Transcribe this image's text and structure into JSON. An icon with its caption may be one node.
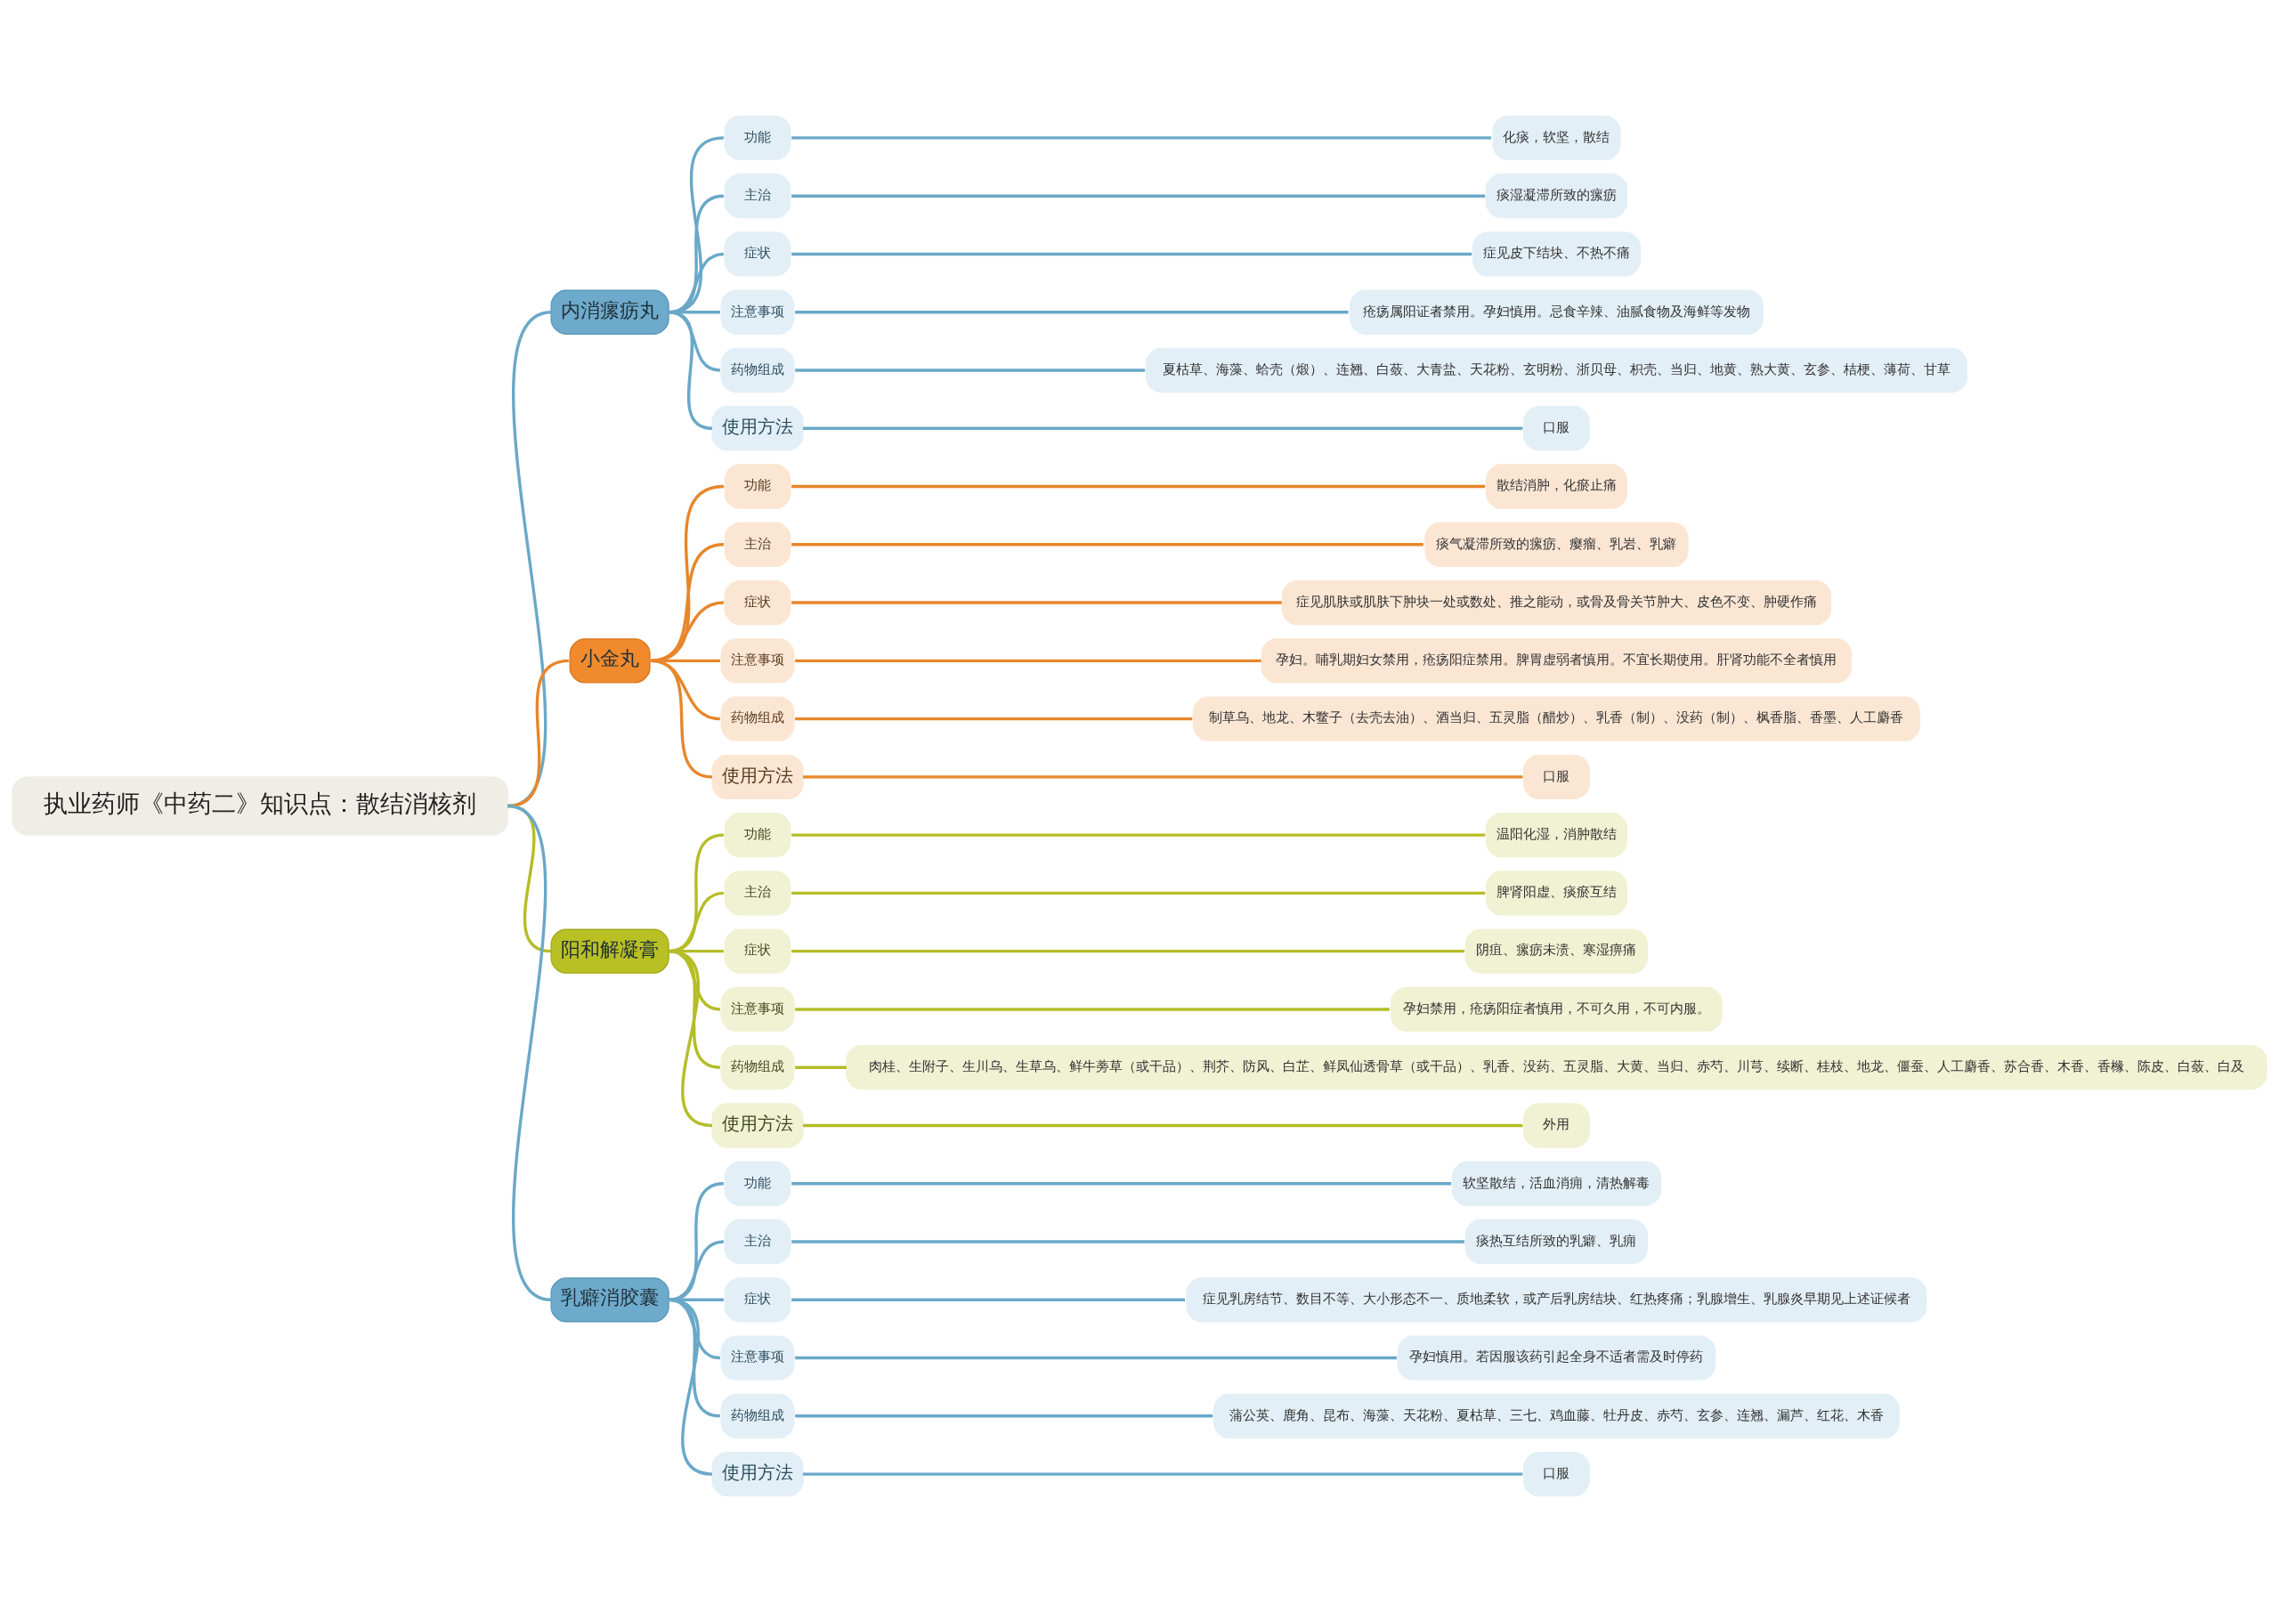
{
  "diagram": {
    "nodes": [
      {
        "text": [
          "执业药师《中药二》知识点：散结消核剂"
        ]
      },
      {
        "text": [
          "内消瘰疬丸"
        ]
      },
      {
        "text": [
          "功能"
        ]
      },
      {
        "text": [
          "化痰，软坚，散结"
        ]
      },
      {
        "text": [
          "主治"
        ]
      },
      {
        "text": [
          "痰湿凝滞所致的瘰疬"
        ]
      },
      {
        "text": [
          "症状"
        ]
      },
      {
        "text": [
          "症见皮下结块、不热不痛"
        ]
      },
      {
        "text": [
          "注意事项"
        ]
      },
      {
        "text": [
          "疮疡属阳证者禁用。孕妇慎用。忌食辛辣、油腻食物及海鲜等发物"
        ]
      },
      {
        "text": [
          "药物组成"
        ]
      },
      {
        "text": [
          "夏枯草、海藻、蛤壳（煅）、连翘、白蔹、大青盐、天花粉、玄明粉、浙贝母、枳壳、当归、地黄、熟大黄、玄参、桔梗、薄荷、甘草"
        ]
      },
      {
        "text": [
          "使用方法"
        ]
      },
      {
        "text": [
          "口服"
        ]
      },
      {
        "text": [
          "小金丸"
        ]
      },
      {
        "text": [
          "功能"
        ]
      },
      {
        "text": [
          "散结消肿，化瘀止痛"
        ]
      },
      {
        "text": [
          "主治"
        ]
      },
      {
        "text": [
          "痰气凝滞所致的瘰疬、瘿瘤、乳岩、乳癖"
        ]
      },
      {
        "text": [
          "症状"
        ]
      },
      {
        "text": [
          "症见肌肤或肌肤下肿块一处或数处、推之能动，或骨及骨关节肿大、皮色不变、肿硬作痛"
        ]
      },
      {
        "text": [
          "注意事项"
        ]
      },
      {
        "text": [
          "孕妇。哺乳期妇女禁用，疮疡阳症禁用。脾胃虚弱者慎用。不宜长期使用。肝肾功能不全者慎用"
        ]
      },
      {
        "text": [
          "药物组成"
        ]
      },
      {
        "text": [
          "制草乌、地龙、木鳖子（去壳去油）、酒当归、五灵脂（醋炒）、乳香（制）、没药（制）、枫香脂、香墨、人工麝香"
        ]
      },
      {
        "text": [
          "使用方法"
        ]
      },
      {
        "text": [
          "口服"
        ]
      },
      {
        "text": [
          "阳和解凝膏"
        ]
      },
      {
        "text": [
          "功能"
        ]
      },
      {
        "text": [
          "温阳化湿，消肿散结"
        ]
      },
      {
        "text": [
          "主治"
        ]
      },
      {
        "text": [
          "脾肾阳虚、痰瘀互结"
        ]
      },
      {
        "text": [
          "症状"
        ]
      },
      {
        "text": [
          "阴疽、瘰疬未溃、寒湿痹痛"
        ]
      },
      {
        "text": [
          "注意事项"
        ]
      },
      {
        "text": [
          "孕妇禁用，疮疡阳症者慎用，不可久用，不可内服。"
        ]
      },
      {
        "text": [
          "药物组成"
        ]
      },
      {
        "text": [
          "肉桂、生附子、生川乌、生草乌、鲜牛蒡草（或干品）、荆芥、防风、白芷、鲜凤仙透骨草（或干品）、乳香、没药、五灵脂、大黄、当归、赤芍、川芎、续断、桂枝、地龙、僵蚕、人工麝香、苏合香、木香、香橼、陈皮、白蔹、白及"
        ]
      },
      {
        "text": [
          "使用方法"
        ]
      },
      {
        "text": [
          "外用"
        ]
      },
      {
        "text": [
          "乳癖消胶囊"
        ]
      },
      {
        "text": [
          "功能"
        ]
      },
      {
        "text": [
          "软坚散结，活血消痈，清热解毒"
        ]
      },
      {
        "text": [
          "主治"
        ]
      },
      {
        "text": [
          "痰热互结所致的乳癖、乳痈"
        ]
      },
      {
        "text": [
          "症状"
        ]
      },
      {
        "text": [
          "症见乳房结节、数目不等、大小形态不一、质地柔软，或产后乳房结块、红热疼痛；乳腺增生、乳腺炎早期见上述证候者"
        ]
      },
      {
        "text": [
          "注意事项"
        ]
      },
      {
        "text": [
          "孕妇慎用。若因服该药引起全身不适者需及时停药"
        ]
      },
      {
        "text": [
          "药物组成"
        ]
      },
      {
        "text": [
          "蒲公英、鹿角、昆布、海藻、天花粉、夏枯草、三七、鸡血藤、牡丹皮、赤芍、玄参、连翘、漏芦、红花、木香"
        ]
      },
      {
        "text": [
          "使用方法"
        ]
      },
      {
        "text": [
          "口服"
        ]
      }
    ],
    "edges": [
      {
        "from": 0,
        "to": 1,
        "arrow": "none"
      },
      {
        "from": 1,
        "to": 2,
        "arrow": "none"
      },
      {
        "from": 2,
        "to": 3,
        "arrow": "none"
      },
      {
        "from": 1,
        "to": 4,
        "arrow": "none"
      },
      {
        "from": 4,
        "to": 5,
        "arrow": "none"
      },
      {
        "from": 1,
        "to": 6,
        "arrow": "none"
      },
      {
        "from": 6,
        "to": 7,
        "arrow": "none"
      },
      {
        "from": 1,
        "to": 8,
        "arrow": "none"
      },
      {
        "from": 8,
        "to": 9,
        "arrow": "none"
      },
      {
        "from": 1,
        "to": 10,
        "arrow": "none"
      },
      {
        "from": 10,
        "to": 11,
        "arrow": "none"
      },
      {
        "from": 1,
        "to": 12,
        "arrow": "none"
      },
      {
        "from": 12,
        "to": 13,
        "arrow": "none"
      },
      {
        "from": 0,
        "to": 14,
        "arrow": "none",
        "color": "#e8862a"
      },
      {
        "from": 14,
        "to": 15,
        "arrow": "none",
        "color": "#e8862a"
      },
      {
        "from": 15,
        "to": 16,
        "arrow": "none",
        "color": "#e8862a"
      },
      {
        "from": 14,
        "to": 17,
        "arrow": "none",
        "color": "#e8862a"
      },
      {
        "from": 17,
        "to": 18,
        "arrow": "none",
        "color": "#e8862a"
      },
      {
        "from": 14,
        "to": 19,
        "arrow": "none",
        "color": "#e8862a"
      },
      {
        "from": 19,
        "to": 20,
        "arrow": "none",
        "color": "#e8862a"
      },
      {
        "from": 14,
        "to": 21,
        "arrow": "none",
        "color": "#e8862a"
      },
      {
        "from": 21,
        "to": 22,
        "arrow": "none",
        "color": "#e8862a"
      },
      {
        "from": 14,
        "to": 23,
        "arrow": "none",
        "color": "#e8862a"
      },
      {
        "from": 23,
        "to": 24,
        "arrow": "none",
        "color": "#e8862a"
      },
      {
        "from": 14,
        "to": 25,
        "arrow": "none",
        "color": "#e8862a"
      },
      {
        "from": 25,
        "to": 26,
        "arrow": "none",
        "color": "#e8862a"
      },
      {
        "from": 0,
        "to": 27,
        "arrow": "none",
        "color": "#b5bd27"
      },
      {
        "from": 27,
        "to": 28,
        "arrow": "none",
        "color": "#b5bd27"
      },
      {
        "from": 28,
        "to": 29,
        "arrow": "none",
        "color": "#b5bd27"
      },
      {
        "from": 27,
        "to": 30,
        "arrow": "none",
        "color": "#b5bd27"
      },
      {
        "from": 30,
        "to": 31,
        "arrow": "none",
        "color": "#b5bd27"
      },
      {
        "from": 27,
        "to": 32,
        "arrow": "none",
        "color": "#b5bd27"
      },
      {
        "from": 32,
        "to": 33,
        "arrow": "none",
        "color": "#b5bd27"
      },
      {
        "from": 27,
        "to": 34,
        "arrow": "none",
        "color": "#b5bd27"
      },
      {
        "from": 34,
        "to": 35,
        "arrow": "none",
        "color": "#b5bd27"
      },
      {
        "from": 27,
        "to": 36,
        "arrow": "none",
        "color": "#b5bd27"
      },
      {
        "from": 36,
        "to": 37,
        "arrow": "none",
        "color": "#b5bd27"
      },
      {
        "from": 27,
        "to": 38,
        "arrow": "none",
        "color": "#b5bd27"
      },
      {
        "from": 38,
        "to": 39,
        "arrow": "none",
        "color": "#b5bd27"
      },
      {
        "from": 0,
        "to": 40,
        "arrow": "none"
      },
      {
        "from": 40,
        "to": 41,
        "arrow": "none"
      },
      {
        "from": 41,
        "to": 42,
        "arrow": "none"
      },
      {
        "from": 40,
        "to": 43,
        "arrow": "none"
      },
      {
        "from": 43,
        "to": 44,
        "arrow": "none"
      },
      {
        "from": 40,
        "to": 45,
        "arrow": "none"
      },
      {
        "from": 45,
        "to": 46,
        "arrow": "none"
      },
      {
        "from": 40,
        "to": 47,
        "arrow": "none"
      },
      {
        "from": 47,
        "to": 48,
        "arrow": "none"
      },
      {
        "from": 40,
        "to": 49,
        "arrow": "none"
      },
      {
        "from": 49,
        "to": 50,
        "arrow": "none"
      },
      {
        "from": 40,
        "to": 51,
        "arrow": "none"
      },
      {
        "from": 51,
        "to": 52,
        "arrow": "none"
      }
    ]
  }
}
